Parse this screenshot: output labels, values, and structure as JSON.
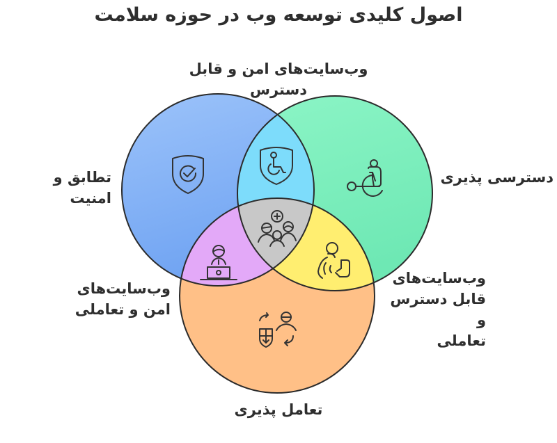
{
  "title": "اصول کلیدی توسعه وب در حوزه سلامت",
  "sets": [
    {
      "id": "security",
      "label": "تطابق و امنیت",
      "color": "#96BFF9",
      "icon": "shield-check-icon"
    },
    {
      "id": "accessibility",
      "label": "دسترسی پذیری",
      "color": "#86F4C2",
      "icon": "wheelchair-user-icon"
    },
    {
      "id": "interoperability",
      "label": "تعامل پذیری",
      "color": "#FFC087",
      "icon": "data-exchange-user-icon"
    }
  ],
  "intersections": [
    {
      "id": "security-accessibility",
      "label_lines": [
        "وب‌سایت‌های امن و قابل",
        "دسترس"
      ],
      "color": "#7DDCFB",
      "icon": "shield-wheelchair-icon"
    },
    {
      "id": "security-interoperability",
      "label_lines": [
        "وب‌سایت‌های",
        "امن و تعاملی"
      ],
      "color": "#E3A9F8",
      "icon": "user-laptop-icon"
    },
    {
      "id": "accessibility-interoperability",
      "label_lines": [
        "وب‌سایت‌های",
        "قابل دسترس و",
        "تعاملی"
      ],
      "color": "#FFEE70",
      "icon": "hand-touch-device-icon"
    },
    {
      "id": "all",
      "label_lines": [],
      "color": "#C8C8C8",
      "icon": "medical-group-icon"
    }
  ],
  "stroke_color": "#2b2b2b"
}
